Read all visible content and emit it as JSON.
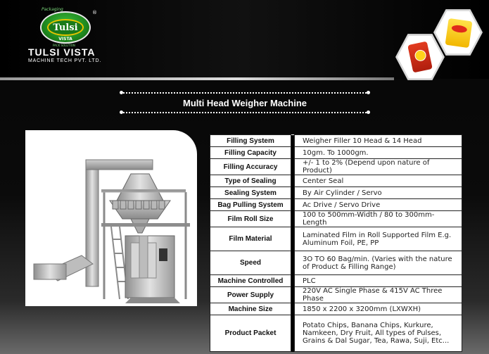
{
  "brand": {
    "logo_word": "Tulsi",
    "logo_sub": "VISTA",
    "logo_arc": "Packaging",
    "logo_tagline": "PACK SOLUTION",
    "registered_mark": "®",
    "company_name": "TULSI VISTA",
    "company_sub": "MACHINE TECH PVT. LTD."
  },
  "colors": {
    "background": "#000000",
    "logo_green": "#1f8a1f",
    "accent_gold": "#e6c400",
    "table_bg": "#ffffff"
  },
  "title": "Multi Head Weigher Machine",
  "specs": [
    {
      "label": "Filling System",
      "value": "Weigher Filler 10 Head & 14 Head",
      "lines": 1
    },
    {
      "label": "Filling Capacity",
      "value": "10gm. To 1000gm.",
      "lines": 1
    },
    {
      "label": "Filling Accuracy",
      "value": "+/- 1 to 2% (Depend upon nature of Product)",
      "lines": 1
    },
    {
      "label": "Type of Sealing",
      "value": "Center Seal",
      "lines": 1
    },
    {
      "label": "Sealing System",
      "value": "By Air Cylinder / Servo",
      "lines": 1
    },
    {
      "label": "Bag Pulling System",
      "value": "Ac Drive / Servo Drive",
      "lines": 1
    },
    {
      "label": "Film Roll Size",
      "value": "100 to 500mm-Width / 80 to 300mm-Length",
      "lines": 1
    },
    {
      "label": "Film Material",
      "value": "Laminated Film in Roll Supported Film E.g. Aluminum Foil, PE, PP",
      "lines": 2
    },
    {
      "label": "Speed",
      "value": "3O TO 60 Bag/min. (Varies with the nature of Product & Filling Range)",
      "lines": 2
    },
    {
      "label": "Machine Controlled",
      "value": "PLC",
      "lines": 1
    },
    {
      "label": "Power Supply",
      "value": "220V AC Single Phase & 415V AC Three Phase",
      "lines": 1
    },
    {
      "label": "Machine Size",
      "value": "1850 x 2200 x 3200mm (LXWXH)",
      "lines": 1
    },
    {
      "label": "Product Packet",
      "value": "Potato Chips, Banana Chips, Kurkure, Namkeen, Dry Fruit, All types of Pulses, Grains & Dal Sugar, Tea, Rawa, Suji, Etc...",
      "lines": 3
    }
  ],
  "images": {
    "machine": "multi-head-weigher-machine-photo",
    "pack_left": "snack-packet-red",
    "pack_right": "snack-packet-yellow"
  }
}
